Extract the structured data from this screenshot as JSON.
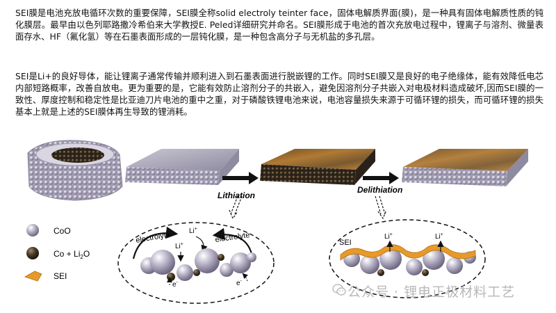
{
  "article": {
    "paragraphs": [
      "SEI膜是电池充放电循环次数的重要保障，SEI膜全称solid electroly teinter face，固体电解质界面(膜)，是一种具有固体电解质性质的钝化膜层。最早由以色列耶路撒冷希伯来大学教授E. Peled详细研究并命名。SEI膜形成于电池的首次充放电过程中，锂离子与溶剂、微量表面存水、HF（氟化氢）等在石墨表面形成的一层钝化膜，是一种包含高分子与无机盐的多孔层。",
      "SEI是Li+的良好导体，能让锂离子通常传输并顺利进入到石墨表面进行脱嵌锂的工作。同时SEI膜又是良好的电子绝缘体，能有效降低电芯内部短路概率，改善自放电。更为重要的是，它能有效防止溶剂分子的共嵌入，避免因溶剂分子共嵌入对电极材料造成破坏,因而SEI膜的一致性、厚度控制和稳定性是比亚迪刀片电池的重中之重，对于磷酸铁锂电池来说，电池容量损失来源于可循环锂的损失，而可循环锂的损失基本上就是上述的SEI膜体再生导致的锂消耗。"
    ]
  },
  "figure": {
    "process_labels": {
      "lithiation": "Lithiation",
      "delithiation": "Delithiation"
    },
    "legend": [
      {
        "label_main": "CoO",
        "label_sub": "",
        "label_tail": "",
        "color": "#a09aae"
      },
      {
        "label_main": "Co + Li",
        "label_sub": "2",
        "label_tail": "O",
        "color": "#3a3228"
      },
      {
        "label_main": "SEI",
        "label_sub": "",
        "label_tail": "",
        "color": "#e79a2a"
      }
    ],
    "detail_left": {
      "electrolyte_left": "electrolyte",
      "electrolyte_right": "electrolyte",
      "li_ion_1": "Li",
      "li_ion_2": "Li",
      "li_sup": "+",
      "electron_1": "e",
      "electron_2": "e",
      "e_sup": "-"
    },
    "detail_right": {
      "sei_label": "SEI",
      "li_ion_1": "Li",
      "li_ion_2": "Li",
      "li_sup": "+"
    }
  },
  "watermark": {
    "text": "公众号 · 锂电正极材料工艺"
  },
  "colors": {
    "coo_particle": "#a09aae",
    "co_li2o_particle": "#3a3228",
    "sei_film": "#e79a2a",
    "arrow": "#111111"
  }
}
